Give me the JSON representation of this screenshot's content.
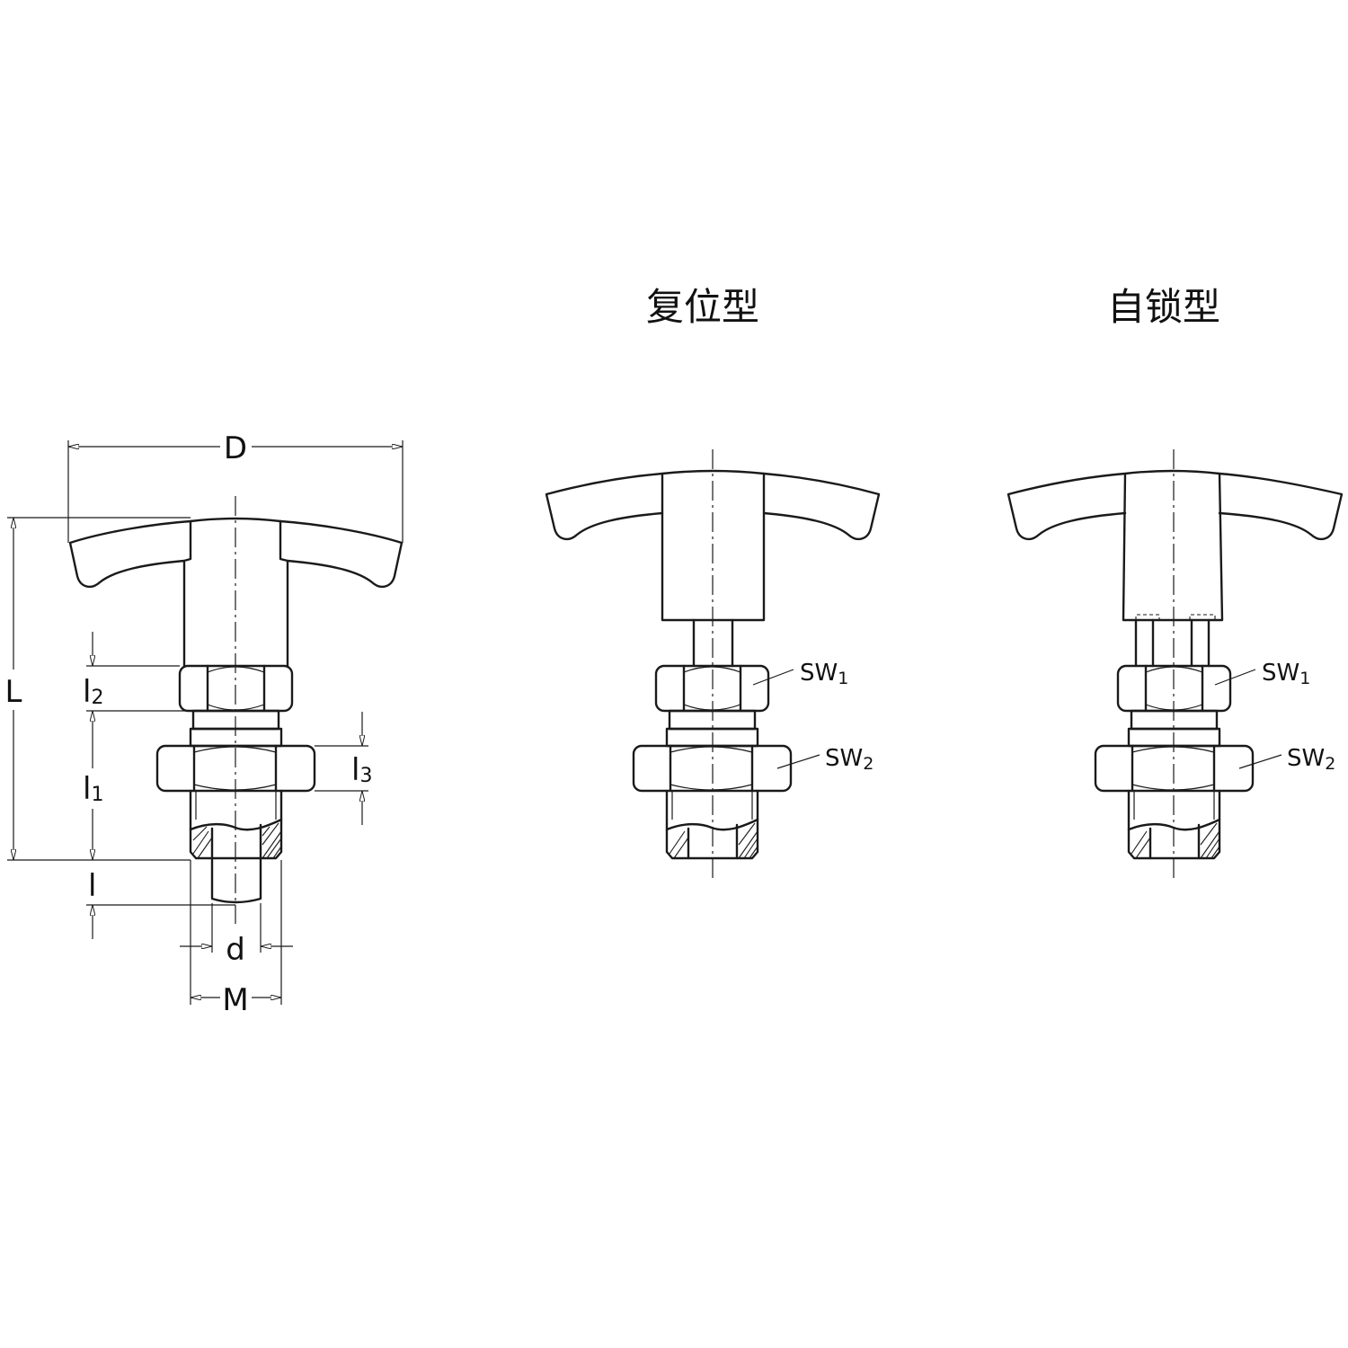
{
  "titles": {
    "reset_type": "复位型",
    "self_lock_type": "自锁型"
  },
  "dimensions": {
    "D": "D",
    "L": "L",
    "l2": {
      "main": "l",
      "sub": "2"
    },
    "l1": {
      "main": "l",
      "sub": "1"
    },
    "l3": {
      "main": "l",
      "sub": "3"
    },
    "l": "l",
    "d": "d",
    "M": "M"
  },
  "labels": {
    "sw1": {
      "main": "SW",
      "sub": "1"
    },
    "sw2": {
      "main": "SW",
      "sub": "2"
    }
  }
}
